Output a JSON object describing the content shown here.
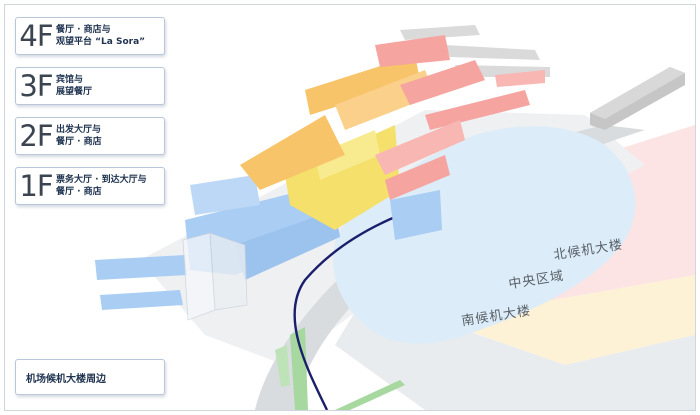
{
  "floors": [
    {
      "id": "4f",
      "num": "4F",
      "lines": [
        "餐厅 · 商店与",
        "观望平台 “La Sora”"
      ]
    },
    {
      "id": "3f",
      "num": "3F",
      "lines": [
        "宾馆与",
        "展望餐厅"
      ]
    },
    {
      "id": "2f",
      "num": "2F",
      "lines": [
        "出发大厅与",
        "餐厅 · 商店"
      ]
    },
    {
      "id": "1f",
      "num": "1F",
      "lines": [
        "票务大厅 · 到达大厅与",
        "餐厅 · 商店"
      ]
    }
  ],
  "around_button": "机场候机大楼周边",
  "zones": {
    "north": "北候机大楼",
    "central": "中央区域",
    "south": "南候机大楼"
  },
  "colors": {
    "floor4": "#f6a4a0",
    "floor3": "#f8c46a",
    "floor2": "#f4e06a",
    "floor1": "#a9cdf3",
    "north_zone": "#fde4e4",
    "central_zone": "#fdf1d6",
    "south_zone": "#e9ecef",
    "apron": "#dcecf8",
    "route": "#1b1f6b"
  }
}
